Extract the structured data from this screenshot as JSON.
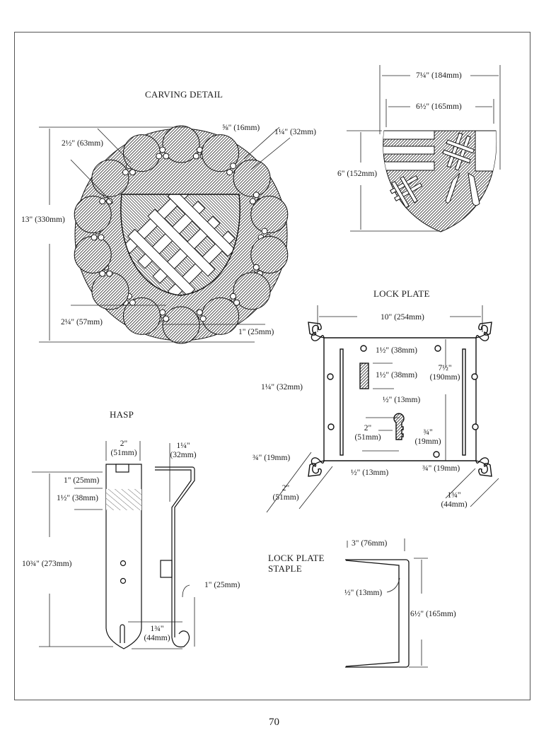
{
  "page_number": "70",
  "carving_detail": {
    "title": "CARVING DETAIL",
    "dims": {
      "overall_height": "13\" (330mm)",
      "lobe_width": "2½\" (63mm)",
      "border_inner": "⅝\" (16mm)",
      "border_outer": "1¼\" (32mm)",
      "bottom_lobe": "2¼\" (57mm)",
      "bottom_gap": "1\" (25mm)"
    }
  },
  "shield": {
    "width_outer": "7¼\" (184mm)",
    "width_inner": "6½\" (165mm)",
    "height": "6\" (152mm)"
  },
  "lock_plate": {
    "title": "LOCK PLATE",
    "width": "10\" (254mm)",
    "slot_offset": "1½\" (38mm)",
    "slot_height": "1½\" (38mm)",
    "slot_width": "½\" (13mm)",
    "height_in": "7½\"",
    "height_mm": "(190mm)",
    "side_margin": "1¼\" (32mm)",
    "keyhole_h_in": "2\"",
    "keyhole_h_mm": "(51mm)",
    "keyhole_w_in": "¾\"",
    "keyhole_w_mm": "(19mm)",
    "corner_left": "¾\" (19mm)",
    "bottom_offset": "½\" (13mm)",
    "corner_right": "¾\" (19mm)",
    "fleur_left_in": "2\"",
    "fleur_left_mm": "(51mm)",
    "fleur_right_in": "1¾\"",
    "fleur_right_mm": "(44mm)"
  },
  "hasp": {
    "title": "HASP",
    "width_in": "2\"",
    "width_mm": "(51mm)",
    "offset_in": "1¼\"",
    "offset_mm": "(32mm)",
    "top_margin": "1\" (25mm)",
    "hatch_band": "1½\" (38mm)",
    "length": "10¾\" (273mm)",
    "hook": "1\" (25mm)",
    "tip_in": "1¾\"",
    "tip_mm": "(44mm)"
  },
  "staple": {
    "title_line1": "LOCK PLATE",
    "title_line2": "STAPLE",
    "width": "3\" (76mm)",
    "thickness": "½\" (13mm)",
    "height": "6½\" (165mm)"
  }
}
